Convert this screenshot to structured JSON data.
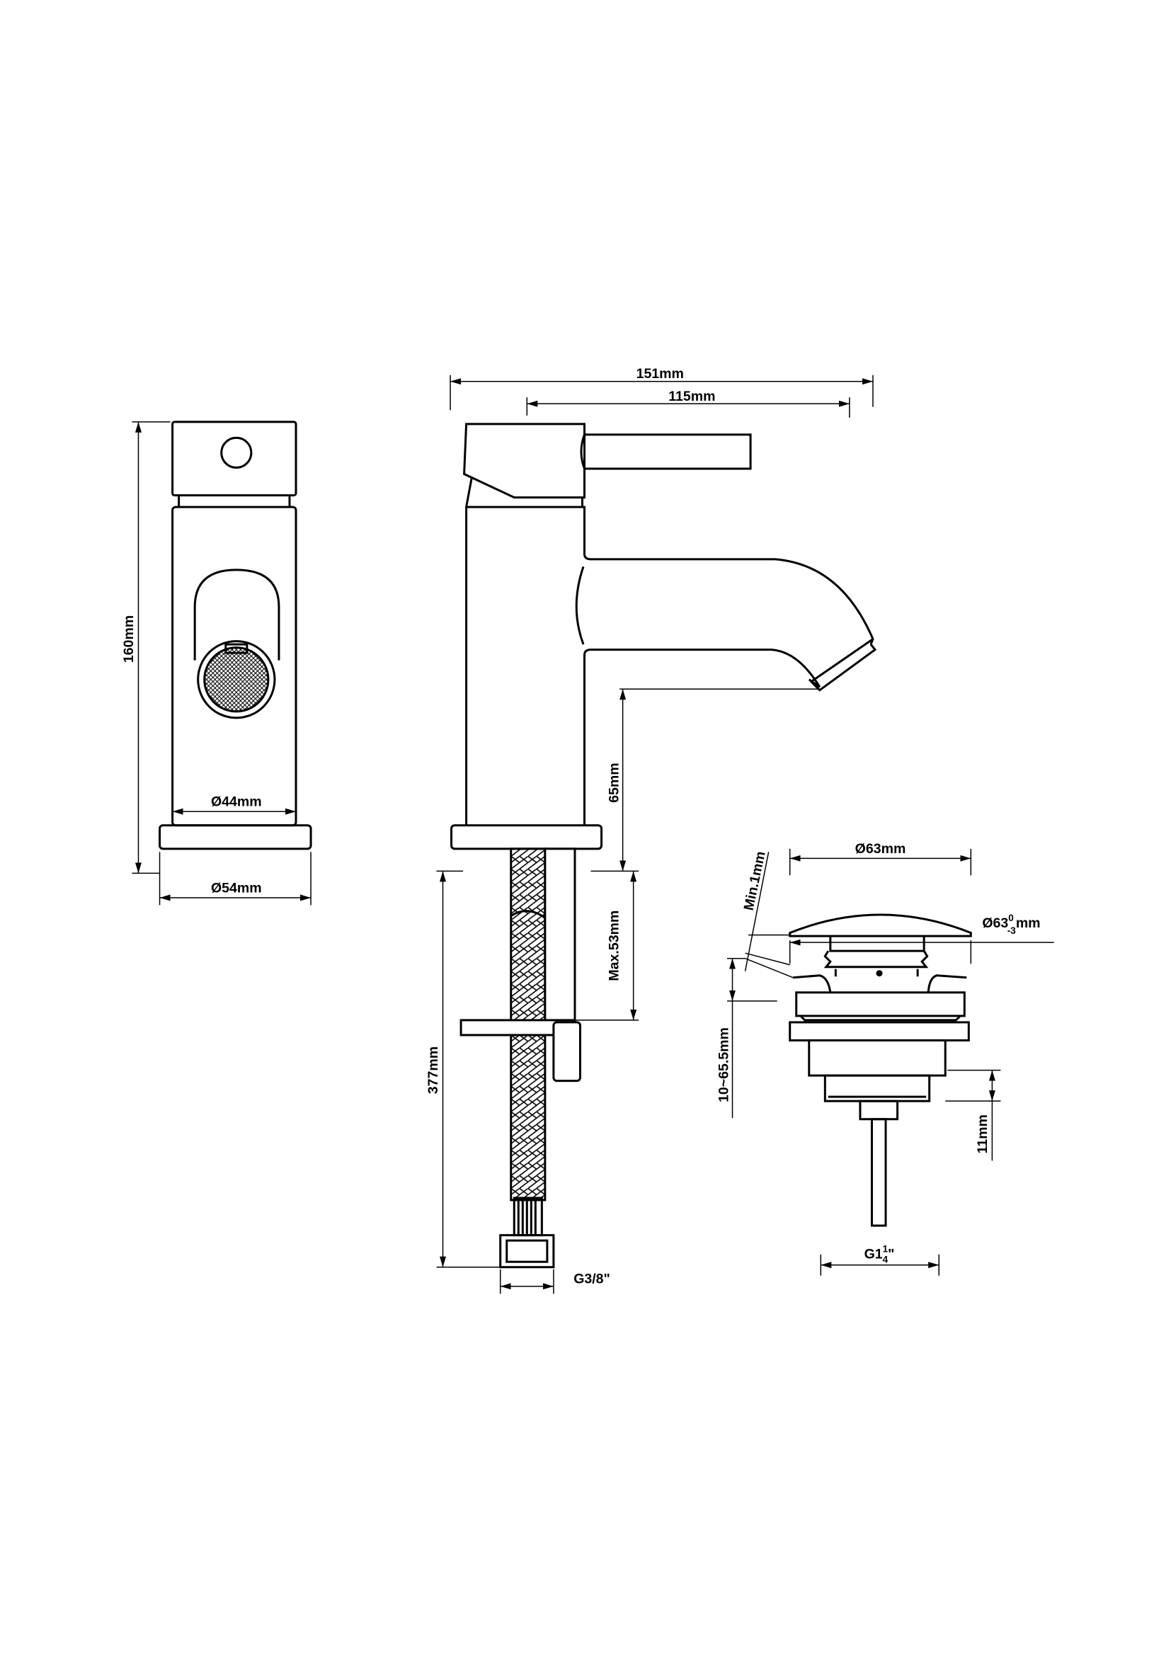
{
  "drawing": {
    "front_view": {
      "height": "160mm",
      "body_diameter": "Ø44mm",
      "base_diameter": "Ø54mm"
    },
    "side_view": {
      "overall_length": "151mm",
      "spout_reach": "115mm",
      "spout_height": "65mm",
      "max_deck_thickness": "Max.53mm",
      "hose_length": "377mm",
      "hose_connection": "G3/8\""
    },
    "waste": {
      "cap_diameter": "Ø63mm",
      "hole_diameter": "Ø63",
      "hole_tol_upper": "0",
      "hole_tol_lower": "-3",
      "hole_unit": "mm",
      "min_gap": "Min.1mm",
      "basin_thickness": "10~65.5mm",
      "thread_length": "11mm",
      "thread_prefix": "G1",
      "thread_num": "1",
      "thread_den": "4",
      "thread_suffix": "\""
    }
  },
  "colors": {
    "line": "#000000",
    "background": "#ffffff"
  }
}
